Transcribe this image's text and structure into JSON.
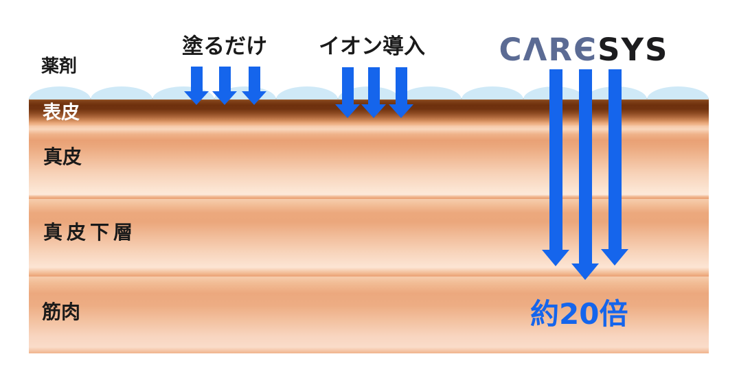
{
  "title_labels": {
    "drug": "薬剤",
    "topical": "塗るだけ",
    "iontophoresis": "イオン導入",
    "penetration_result": "約20倍"
  },
  "logo": {
    "name": "CARESYS",
    "display_care": "CΛRЄ",
    "display_sys": "SYS"
  },
  "skin_layers": [
    {
      "id": "epidermis",
      "label": "表皮"
    },
    {
      "id": "dermis",
      "label": "真皮"
    },
    {
      "id": "dermis-lower",
      "label": "真皮下層"
    },
    {
      "id": "muscle",
      "label": "筋肉"
    }
  ],
  "colors": {
    "arrow_blue": "#1565ec",
    "droplet_blue": "#cfe9f7",
    "logo_care": "#5b6b94",
    "logo_sys": "#1c1c1e",
    "result_text_blue": "#1565ec",
    "epidermis_dark": "#6e300d",
    "skin_mid": "#eca87d",
    "skin_light": "#fde9d9",
    "label_dark": "#1a1a1a",
    "epidermis_label": "#ffffff"
  }
}
